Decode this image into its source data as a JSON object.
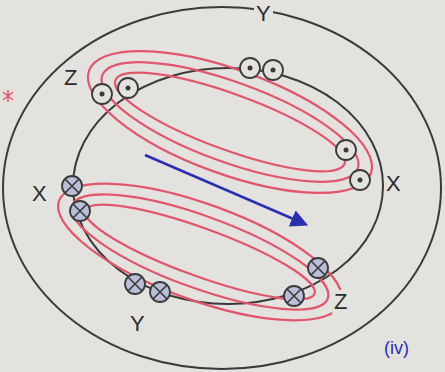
{
  "diagram": {
    "labels": [
      "Y",
      "Z",
      "X",
      "X",
      "Z",
      "Y",
      "(iv)"
    ]
  }
}
